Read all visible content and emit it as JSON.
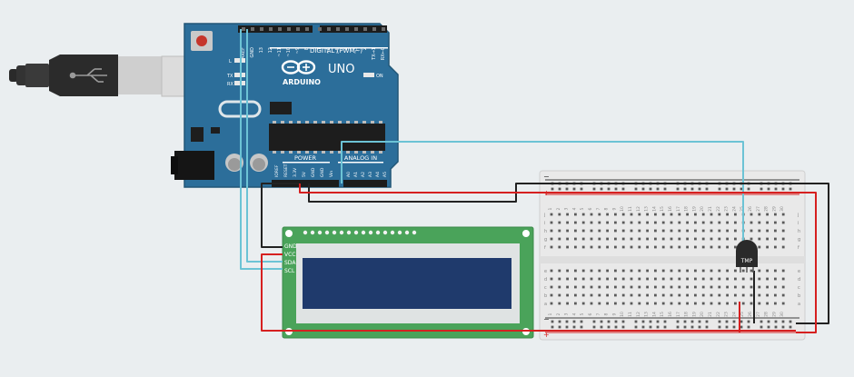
{
  "canvas": {
    "background": "#eaeef0"
  },
  "arduino": {
    "brand": "ARDUINO",
    "model": "UNO",
    "digital_label": "DIGITAL (PWM~)",
    "analog_label": "ANALOG IN",
    "power_label": "POWER",
    "led_labels": {
      "l": "L",
      "tx": "TX",
      "rx": "RX",
      "on": "ON"
    },
    "digital_pins": [
      "AREF",
      "GND",
      "13",
      "12",
      "~11",
      "~10",
      "~9",
      "8",
      "7",
      "~6",
      "~5",
      "4",
      "~3",
      "2",
      "TX→1",
      "RX←0"
    ],
    "power_pins": [
      "IOREF",
      "RESET",
      "3.3V",
      "5V",
      "GND",
      "GND",
      "Vin"
    ],
    "analog_pins": [
      "A0",
      "A1",
      "A2",
      "A3",
      "A4",
      "A5"
    ],
    "board_color": "#2c6e9a"
  },
  "lcd": {
    "pins": [
      "GND",
      "VCC",
      "SDA",
      "SCL"
    ],
    "pcb_color": "#4aa35a",
    "screen_color": "#1f3a6c"
  },
  "sensor": {
    "label": "TMP"
  },
  "breadboard": {
    "row_letters_top": [
      "j",
      "i",
      "h",
      "g",
      "f"
    ],
    "row_letters_bottom": [
      "e",
      "d",
      "c",
      "b",
      "a"
    ],
    "column_numbers": [
      "1",
      "2",
      "3",
      "4",
      "5",
      "6",
      "7",
      "8",
      "9",
      "10",
      "11",
      "12",
      "13",
      "14",
      "15",
      "16",
      "17",
      "18",
      "19",
      "20",
      "21",
      "22",
      "23",
      "24",
      "25",
      "26",
      "27",
      "28",
      "29",
      "30"
    ],
    "rail_minus": "−",
    "rail_plus": "+"
  },
  "colors": {
    "wire_red": "#d62020",
    "wire_black": "#222222",
    "wire_cyan": "#6cc3d5"
  }
}
